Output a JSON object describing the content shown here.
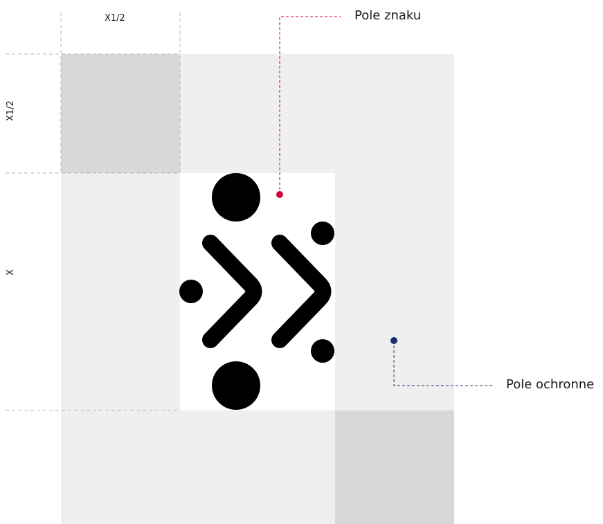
{
  "labels": {
    "top_measure": "X1/2",
    "left_measure_top": "X1/2",
    "left_measure_mid": "X",
    "sign_field": "Pole znaku",
    "protection_field": "Pole ochronne"
  },
  "colors": {
    "protection_area": "#efefef",
    "corner_squares": "#d8d8d7",
    "sign_area": "#ffffff",
    "logo": "#000000",
    "sign_field_marker": "#d0003a",
    "protection_field_marker": "#1a2f6b",
    "guide_lines": "#b5b5b5"
  }
}
